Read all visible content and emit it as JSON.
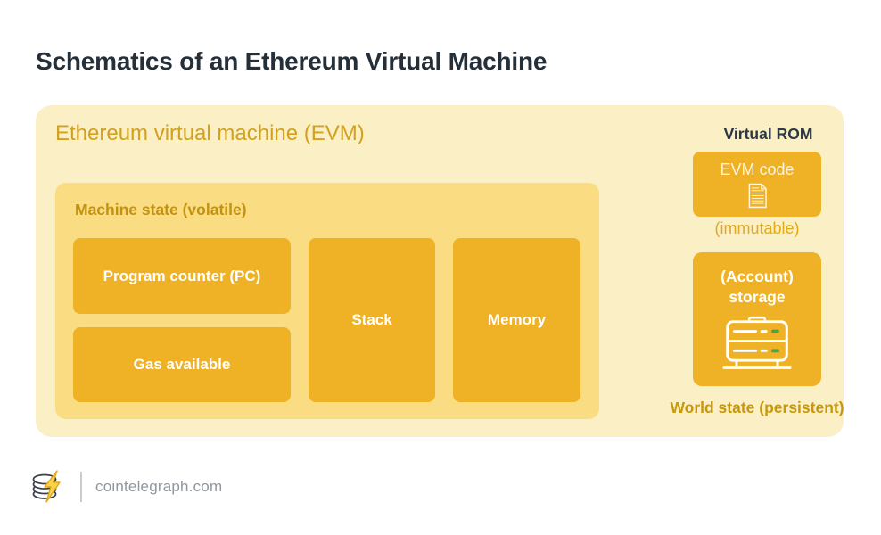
{
  "title": "Schematics of an Ethereum Virtual Machine",
  "evm": {
    "label": "Ethereum virtual machine (EVM)",
    "machine_state": {
      "label": "Machine state (volatile)",
      "boxes": [
        {
          "label": "Program counter (PC)"
        },
        {
          "label": "Gas available"
        },
        {
          "label": "Stack"
        },
        {
          "label": "Memory"
        }
      ]
    },
    "virtual_rom": {
      "heading": "Virtual ROM",
      "evm_code_label": "EVM code",
      "immutable_note": "(immutable)",
      "storage_label_line1": "(Account)",
      "storage_label_line2": "storage",
      "world_state_label": "World state (persistent)"
    }
  },
  "footer": {
    "site": "cointelegraph.com"
  },
  "icons": {
    "evm_code": "document-icon",
    "storage": "server-icon",
    "logo": "coin-stack-lightning-icon"
  },
  "colors": {
    "title_text": "#242F3A",
    "panel_light": "#FBEFC5",
    "panel_mid": "#FADC82",
    "gold_box": "#EFB226",
    "gold_label": "#D2A11E",
    "bronze_label": "#C3920E",
    "immutable_label": "#E2A91C",
    "dark_heading": "#2B3744",
    "footer_gray": "#8E969E",
    "led_green": "#5D9E3B"
  }
}
